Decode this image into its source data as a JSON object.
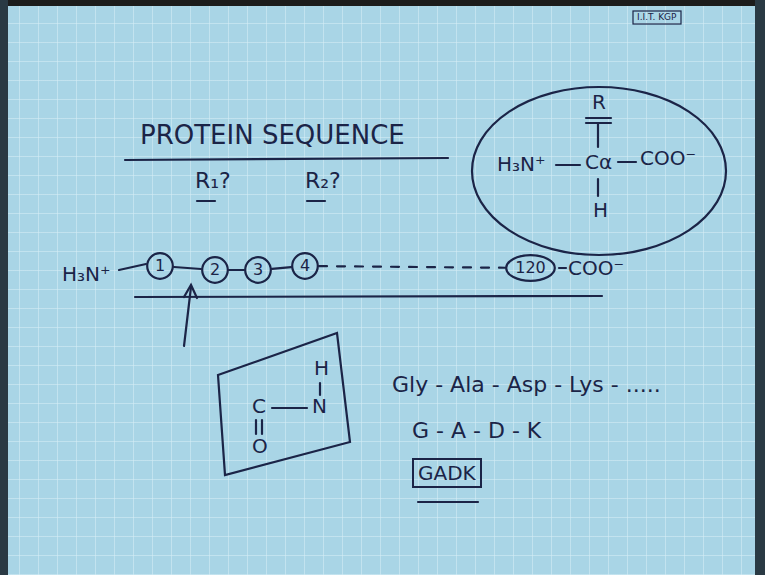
{
  "diagram": {
    "title": "PROTEIN SEQUENCE",
    "nodes": [
      {
        "text": [
          "I.I.T. KGP"
        ]
      },
      {
        "text": [
          "R",
          "H₃N⁺",
          "Cα",
          "COO⁻",
          "H"
        ]
      },
      {
        "text": [
          "1"
        ]
      },
      {
        "text": [
          "2"
        ]
      },
      {
        "text": [
          "3"
        ]
      },
      {
        "text": [
          "4"
        ]
      },
      {
        "text": [
          "120"
        ]
      },
      {
        "text": [
          "C",
          "O",
          "N",
          "H"
        ]
      },
      {
        "text": [
          "GADK"
        ]
      }
    ],
    "edges": [
      {
        "from": 2,
        "to": 3,
        "arrow": "none"
      },
      {
        "from": 3,
        "to": 4,
        "arrow": "none"
      },
      {
        "from": 4,
        "to": 5,
        "arrow": "none"
      },
      {
        "from": 5,
        "to": 6,
        "arrow": "none"
      }
    ],
    "labels": [
      "R₁?",
      "R₂?",
      "H₃N⁺",
      "COO⁻",
      "Gly - Ala - Asp - Lys - .....",
      "G - A - D - K"
    ]
  }
}
